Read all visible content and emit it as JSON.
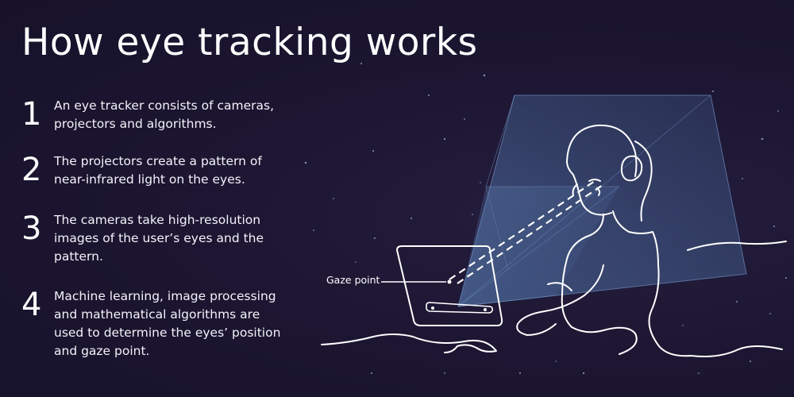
{
  "title": "How eye tracking works",
  "steps": [
    {
      "number": "1",
      "text": "An eye tracker consists of cameras, projectors and algorithms."
    },
    {
      "number": "2",
      "text": "The projectors create a pattern of near-infrared light on the eyes."
    },
    {
      "number": "3",
      "text": "The cameras take high-resolution images of the user’s eyes and the pattern."
    },
    {
      "number": "4",
      "text": "Machine learning, image processing and mathematical algorithms are used to determine the eyes’ position and gaze point."
    }
  ],
  "illustration": {
    "gaze_point_label": "Gaze point"
  },
  "colors": {
    "background": "#1b1530",
    "line": "#ffffff",
    "beam": "#4a6a9a"
  }
}
